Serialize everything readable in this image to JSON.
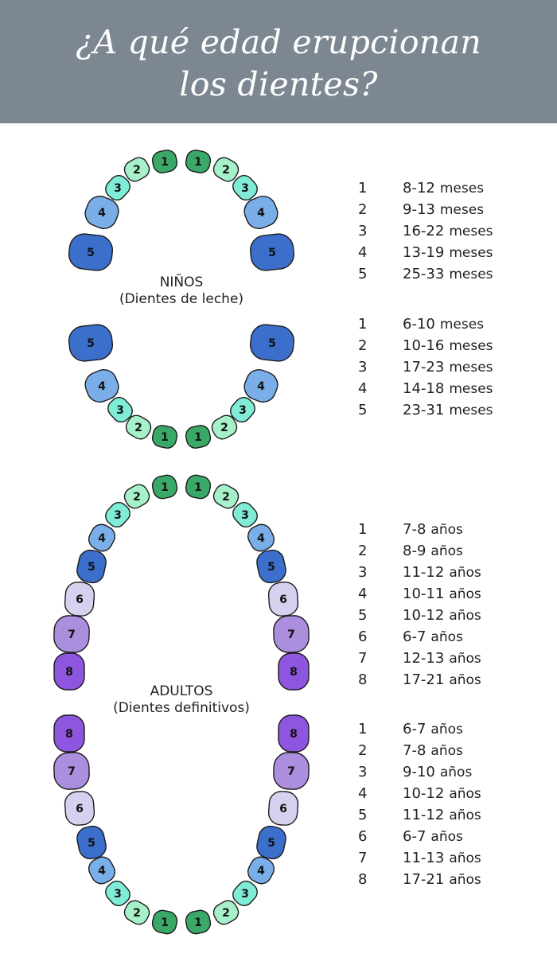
{
  "header": {
    "title_line1": "¿A qué edad erupcionan",
    "title_line2": "los dientes?"
  },
  "children": {
    "label": "NIÑOS",
    "sublabel": "(Dientes de leche)",
    "upper": [
      {
        "num": "1",
        "range": "8-12",
        "unit": "meses"
      },
      {
        "num": "2",
        "range": "9-13",
        "unit": "meses"
      },
      {
        "num": "3",
        "range": "16-22",
        "unit": "meses"
      },
      {
        "num": "4",
        "range": "13-19",
        "unit": "meses"
      },
      {
        "num": "5",
        "range": "25-33",
        "unit": "meses"
      }
    ],
    "lower": [
      {
        "num": "1",
        "range": "6-10",
        "unit": "meses"
      },
      {
        "num": "2",
        "range": "10-16",
        "unit": "meses"
      },
      {
        "num": "3",
        "range": "17-23",
        "unit": "meses"
      },
      {
        "num": "4",
        "range": "14-18",
        "unit": "meses"
      },
      {
        "num": "5",
        "range": "23-31",
        "unit": "meses"
      }
    ]
  },
  "adults": {
    "label": "ADULTOS",
    "sublabel": "(Dientes definitivos)",
    "upper": [
      {
        "num": "1",
        "range": "7-8",
        "unit": "años"
      },
      {
        "num": "2",
        "range": "8-9",
        "unit": "años"
      },
      {
        "num": "3",
        "range": "11-12",
        "unit": "años"
      },
      {
        "num": "4",
        "range": "10-11",
        "unit": "años"
      },
      {
        "num": "5",
        "range": "10-12",
        "unit": "años"
      },
      {
        "num": "6",
        "range": "6-7",
        "unit": "años"
      },
      {
        "num": "7",
        "range": "12-13",
        "unit": "años"
      },
      {
        "num": "8",
        "range": "17-21",
        "unit": "años"
      }
    ],
    "lower": [
      {
        "num": "1",
        "range": "6-7",
        "unit": "años"
      },
      {
        "num": "2",
        "range": "7-8",
        "unit": "años"
      },
      {
        "num": "3",
        "range": "9-10",
        "unit": "años"
      },
      {
        "num": "4",
        "range": "10-12",
        "unit": "años"
      },
      {
        "num": "5",
        "range": "11-12",
        "unit": "años"
      },
      {
        "num": "6",
        "range": "6-7",
        "unit": "años"
      },
      {
        "num": "7",
        "range": "11-13",
        "unit": "años"
      },
      {
        "num": "8",
        "range": "17-21",
        "unit": "años"
      }
    ]
  },
  "tooth_colors": {
    "1": "#3aa867",
    "2": "#a6f0ca",
    "3": "#7eecd6",
    "4": "#7aaee8",
    "5": "#3c6fcc",
    "6": "#d8d0ef",
    "7": "#ac8ede",
    "8": "#8e55de"
  },
  "tooth_labels": [
    "1",
    "2",
    "3",
    "4",
    "5",
    "6",
    "7",
    "8"
  ]
}
